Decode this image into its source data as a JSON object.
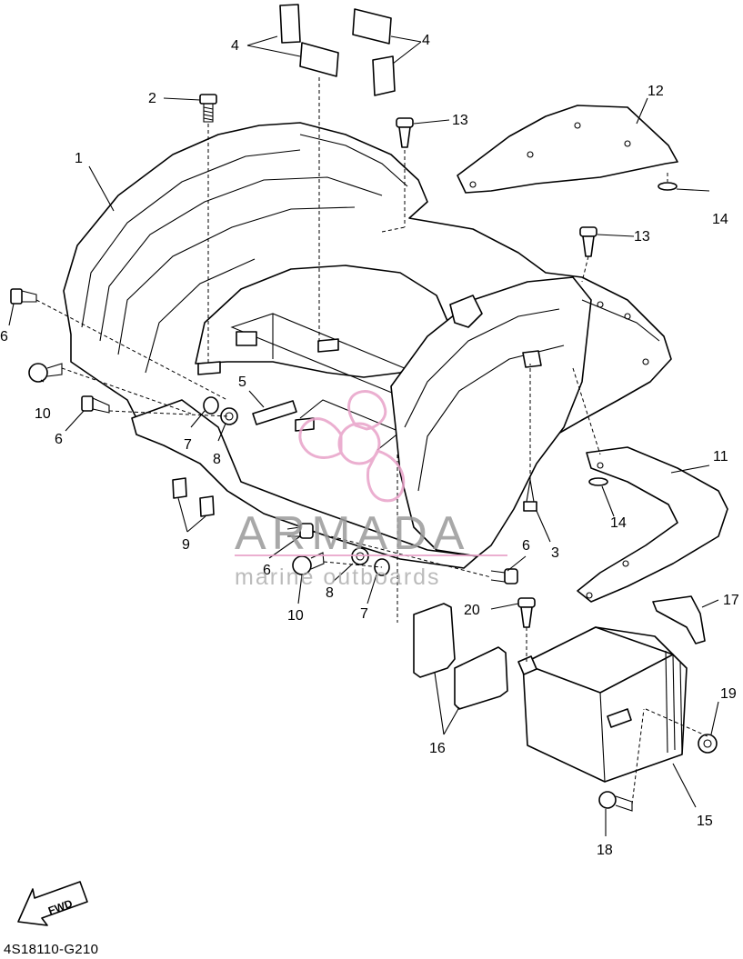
{
  "diagram": {
    "callouts": [
      {
        "id": "c1",
        "label": "1"
      },
      {
        "id": "c2",
        "label": "2"
      },
      {
        "id": "c3",
        "label": "3"
      },
      {
        "id": "c4a",
        "label": "4"
      },
      {
        "id": "c4b",
        "label": "4"
      },
      {
        "id": "c5",
        "label": "5"
      },
      {
        "id": "c6a",
        "label": "6"
      },
      {
        "id": "c6b",
        "label": "6"
      },
      {
        "id": "c6c",
        "label": "6"
      },
      {
        "id": "c6d",
        "label": "6"
      },
      {
        "id": "c7a",
        "label": "7"
      },
      {
        "id": "c7b",
        "label": "7"
      },
      {
        "id": "c8a",
        "label": "8"
      },
      {
        "id": "c8b",
        "label": "8"
      },
      {
        "id": "c9",
        "label": "9"
      },
      {
        "id": "c10a",
        "label": "10"
      },
      {
        "id": "c10b",
        "label": "10"
      },
      {
        "id": "c11",
        "label": "11"
      },
      {
        "id": "c12",
        "label": "12"
      },
      {
        "id": "c13a",
        "label": "13"
      },
      {
        "id": "c13b",
        "label": "13"
      },
      {
        "id": "c14a",
        "label": "14"
      },
      {
        "id": "c14b",
        "label": "14"
      },
      {
        "id": "c15",
        "label": "15"
      },
      {
        "id": "c16",
        "label": "16"
      },
      {
        "id": "c17",
        "label": "17"
      },
      {
        "id": "c18",
        "label": "18"
      },
      {
        "id": "c19",
        "label": "19"
      },
      {
        "id": "c20",
        "label": "20"
      }
    ],
    "direction_label": "FWD",
    "drawing_code": "4S18110-G210"
  },
  "watermark": {
    "title": "ARMADA",
    "subtitle": "marine outboards",
    "accent_color": "#e8a2c8"
  }
}
